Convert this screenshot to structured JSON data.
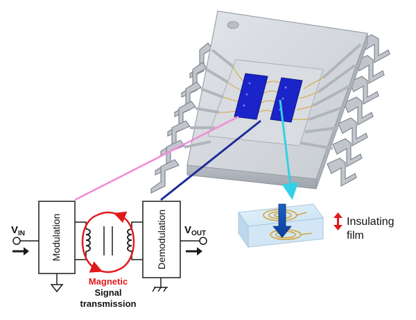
{
  "labels": {
    "vin_main": "V",
    "vin_sub": "IN",
    "vout_main": "V",
    "vout_sub": "OUT",
    "modulation": "Modulation",
    "demodulation": "Demodulation",
    "magnetic": "Magnetic",
    "signal": "Signal",
    "transmission": "transmission",
    "insulating": "Insulating",
    "film": "film"
  },
  "colors": {
    "magnetic_text": "#e0191b",
    "field_loop": "#e0191b",
    "die": "#1a24c8",
    "pink_line": "#f08ad8",
    "navy_line": "#1f2a9a",
    "cyan_arrow": "#33d0e6",
    "package": "#cfd3d8",
    "coil_gold": "#d4a53a"
  }
}
